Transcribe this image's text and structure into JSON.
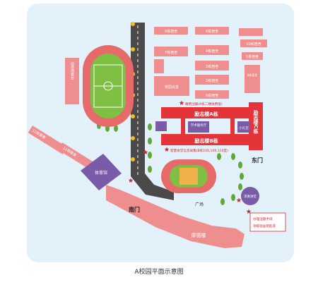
{
  "caption": "A校园平面示意图",
  "colors": {
    "background": "#e3f1fb",
    "building": "#ee8e8e",
    "building_red": "#e4343a",
    "building_purple": "#7a5ba8",
    "track": "#e66a6a",
    "field": "#7fbf43",
    "road": "#4a4a4a",
    "star": "#d6282d",
    "note_text": "#d6282d"
  },
  "buildings": {
    "dorm_9": "9栋宿舍",
    "dorm_5": "5栋宿舍",
    "dorm_7": "7栋宿舍",
    "dorm_4": "4栋宿舍",
    "dorm_3": "3栋宿舍",
    "dorm_2": "2栋宿舍",
    "dorm_10": "10栋宿舍",
    "dorm_1": "1栋宿舍",
    "dorm_8": "8栋宿舍",
    "dorm_6": "6栋宿舍",
    "school_hall": "校园会堂",
    "ath_stand": "田径场看台",
    "dorm_11": "11栋宿舍",
    "dorm_11b": "11栋宿舍",
    "gym": "体育馆",
    "lizhi_a": "励志楼A栋",
    "lizhi_b": "励志楼B栋",
    "lizhi_c": "励志楼C栋",
    "student_service": "学术服务厅",
    "small_hall": "小礼堂",
    "qiuzhen": "求真讲堂",
    "houde": "厚德楼"
  },
  "labels": {
    "east_gate": "东门",
    "south_gate": "南门",
    "square": "广场"
  },
  "notes": {
    "reg": "缴费注册(A栋二楼收费窗)",
    "photo": "智慧食堂信息采集(B栋105,109,110室)",
    "handbook_1": "办理注册手续",
    "handbook_2": "领取宿舍钥匙等"
  }
}
